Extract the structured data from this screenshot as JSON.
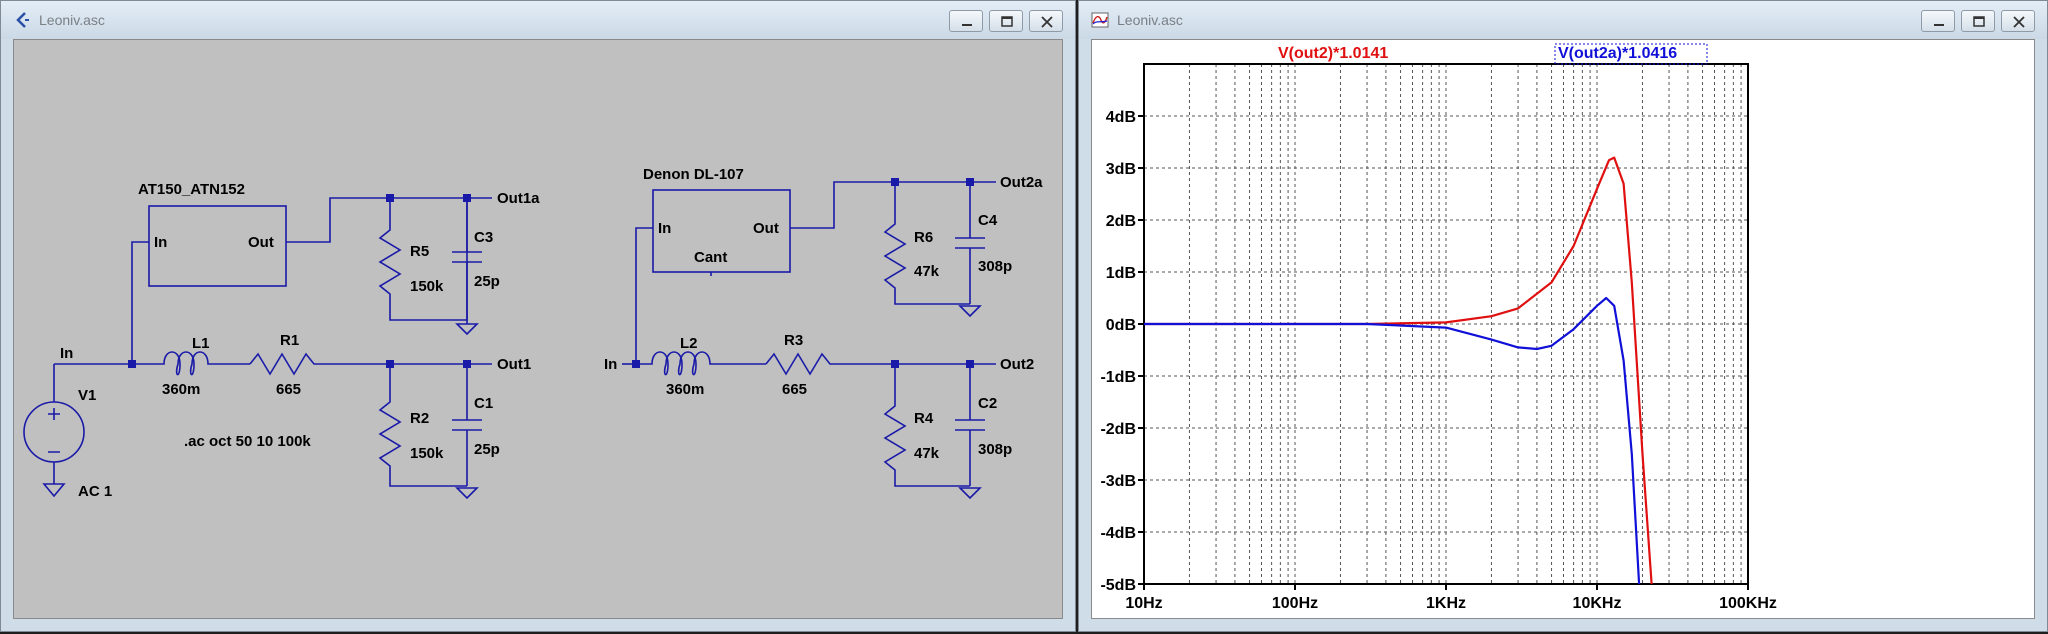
{
  "left_window": {
    "title": "Leoniv.asc",
    "schematic": {
      "circuits": [
        {
          "title": "AT150_ATN152",
          "block_in": "In",
          "block_out": "Out",
          "out_node": "Out1a",
          "inductor": {
            "name": "L1",
            "value": "360m"
          },
          "series_resistor": {
            "name": "R1",
            "value": "665"
          },
          "top_resistor": {
            "name": "R5",
            "value": "150k"
          },
          "top_cap": {
            "name": "C3",
            "value": "25p"
          },
          "bot_resistor": {
            "name": "R2",
            "value": "150k"
          },
          "bot_cap": {
            "name": "C1",
            "value": "25p"
          },
          "bot_node": "Out1",
          "in_label": "In"
        },
        {
          "title": "Denon DL-107",
          "block_in": "In",
          "block_out": "Out",
          "block_extra": "Cant",
          "out_node": "Out2a",
          "inductor": {
            "name": "L2",
            "value": "360m"
          },
          "series_resistor": {
            "name": "R3",
            "value": "665"
          },
          "top_resistor": {
            "name": "R6",
            "value": "47k"
          },
          "top_cap": {
            "name": "C4",
            "value": "308p"
          },
          "bot_resistor": {
            "name": "R4",
            "value": "47k"
          },
          "bot_cap": {
            "name": "C2",
            "value": "308p"
          },
          "bot_node": "Out2",
          "in_label": "In"
        }
      ],
      "source": {
        "name": "V1",
        "value": "AC 1"
      },
      "directive": ".ac oct 50 10 100k"
    }
  },
  "right_window": {
    "title": "Leoniv.asc",
    "chart_data": {
      "type": "line",
      "xscale": "log",
      "xlim": [
        10,
        100000
      ],
      "ylim": [
        -5,
        5
      ],
      "y_ticks": [
        "4dB",
        "3dB",
        "2dB",
        "1dB",
        "0dB",
        "-1dB",
        "-2dB",
        "-3dB",
        "-4dB",
        "-5dB"
      ],
      "x_ticks": [
        "10Hz",
        "100Hz",
        "1KHz",
        "10KHz",
        "100KHz"
      ],
      "grid": true,
      "series": [
        {
          "name": "V(out2)*1.0141",
          "color": "#e01010",
          "points": [
            [
              10,
              0
            ],
            [
              100,
              0
            ],
            [
              300,
              0
            ],
            [
              1000,
              0.03
            ],
            [
              2000,
              0.15
            ],
            [
              3000,
              0.3
            ],
            [
              5000,
              0.8
            ],
            [
              7000,
              1.5
            ],
            [
              10000,
              2.6
            ],
            [
              12000,
              3.15
            ],
            [
              13000,
              3.2
            ],
            [
              15000,
              2.7
            ],
            [
              17000,
              0.8
            ],
            [
              20000,
              -2.5
            ],
            [
              23000,
              -5
            ]
          ]
        },
        {
          "name": "V(out2a)*1.0416",
          "color": "#1010d8",
          "points": [
            [
              10,
              0
            ],
            [
              100,
              0
            ],
            [
              300,
              0
            ],
            [
              1000,
              -0.07
            ],
            [
              2000,
              -0.3
            ],
            [
              3000,
              -0.45
            ],
            [
              4000,
              -0.48
            ],
            [
              5000,
              -0.42
            ],
            [
              7000,
              -0.1
            ],
            [
              10000,
              0.35
            ],
            [
              11500,
              0.5
            ],
            [
              13000,
              0.35
            ],
            [
              15000,
              -0.7
            ],
            [
              17000,
              -2.5
            ],
            [
              19000,
              -5
            ]
          ]
        }
      ]
    }
  }
}
